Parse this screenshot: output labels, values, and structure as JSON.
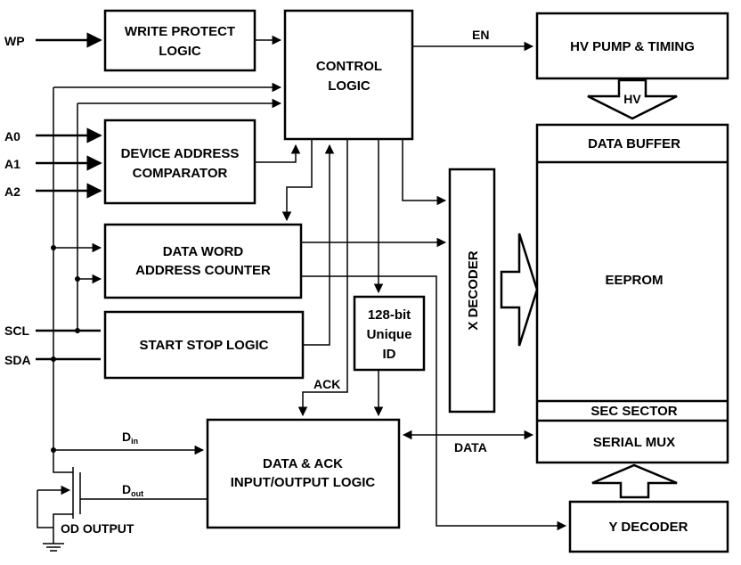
{
  "pins": {
    "wp": "WP",
    "a0": "A0",
    "a1": "A1",
    "a2": "A2",
    "scl": "SCL",
    "sda": "SDA"
  },
  "blocks": {
    "write_protect": [
      "WRITE  PROTECT",
      "LOGIC"
    ],
    "control": [
      "CONTROL",
      "LOGIC"
    ],
    "hv_pump": "HV PUMP & TIMING",
    "device_address": [
      "DEVICE  ADDRESS",
      "COMPARATOR"
    ],
    "data_word": [
      "DATA  WORD",
      "ADDRESS COUNTER"
    ],
    "start_stop": "START  STOP  LOGIC",
    "unique_id": [
      "128-bit",
      "Unique",
      "ID"
    ],
    "x_decoder": "X DECODER",
    "data_buffer": "DATA  BUFFER",
    "eeprom": "EEPROM",
    "sec_sector": "SEC SECTOR",
    "serial_mux": "SERIAL MUX",
    "data_ack": [
      "DATA & ACK",
      "INPUT/OUTPUT  LOGIC"
    ],
    "y_decoder": "Y  DECODER"
  },
  "signals": {
    "en": "EN",
    "hv": "HV",
    "ack": "ACK",
    "data": "DATA",
    "din_main": "D",
    "din_sub": "in",
    "dout_main": "D",
    "dout_sub": "out",
    "od_output": "OD OUTPUT"
  }
}
